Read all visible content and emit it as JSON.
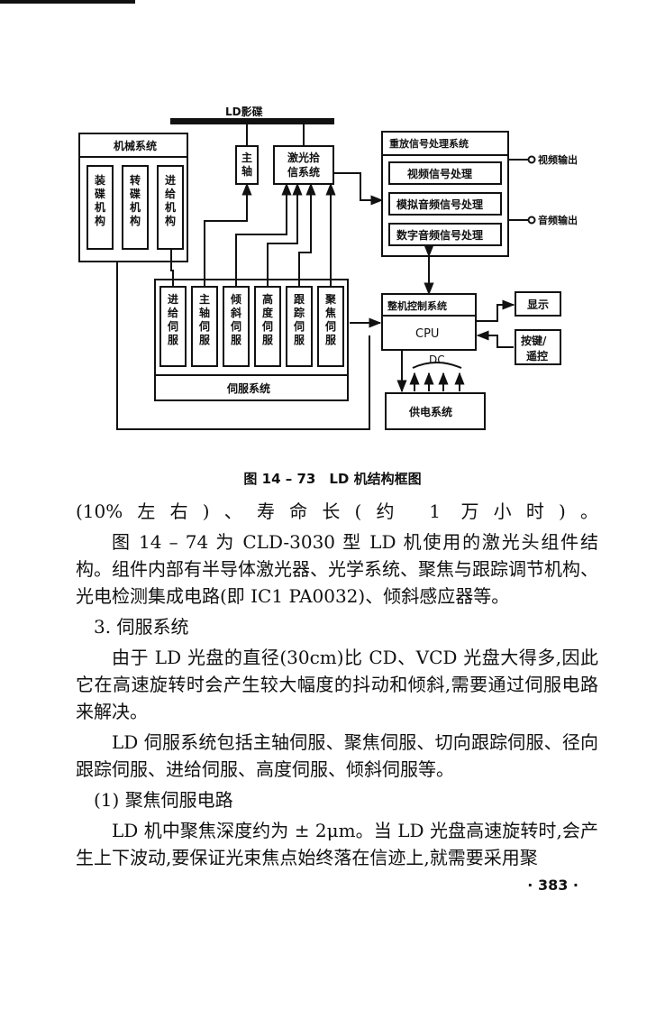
{
  "diagram": {
    "ld_disc": "LD影碟",
    "mechanical_system": "机械系统",
    "loading_mechanism": "装碟机构",
    "rotating_mechanism": "转碟机构",
    "feed_mechanism": "进给机构",
    "spindle": "主轴",
    "laser_pickup": "激光拾信系统",
    "video_audio_processing": "重放信号处理系统",
    "video_signal_processing": "视频信号处理",
    "analog_audio_processing": "模拟音频信号处理",
    "digital_audio_processing": "数字音频信号处理",
    "video_output": "视频输出",
    "audio_output": "音频输出",
    "feed_servo": "进给伺服",
    "spindle_servo": "主轴伺服",
    "tilt_servo": "倾斜伺服",
    "height_servo": "高度伺服",
    "tracking_servo": "跟踪伺服",
    "focus_servo": "聚焦伺服",
    "servo_system": "伺服系统",
    "system_control": "整机控制系统",
    "cpu": "CPU",
    "display": "显示",
    "keys_remote": [
      "按键/",
      "遥控"
    ],
    "dc": "DC",
    "power_supply": "供电系统"
  },
  "caption": "图 14 – 73　LD 机结构框图",
  "paragraphs": [
    "(10%左右)、寿命长(约 1 万小时)。",
    "图 14 – 74 为 CLD-3030 型 LD 机使用的激光头组件结构。组件内部有半导体激光器、光学系统、聚焦与跟踪调节机构、光电检测集成电路(即 IC1 PA0032)、倾斜感应器等。",
    "3. 伺服系统",
    "由于 LD 光盘的直径(30cm)比 CD、VCD 光盘大得多,因此它在高速旋转时会产生较大幅度的抖动和倾斜,需要通过伺服电路来解决。",
    "LD 伺服系统包括主轴伺服、聚焦伺服、切向跟踪伺服、径向跟踪伺服、进给伺服、高度伺服、倾斜伺服等。",
    "(1) 聚焦伺服电路",
    "LD 机中聚焦深度约为 ± 2μm。当 LD 光盘高速旋转时,会产生上下波动,要保证光束焦点始终落在信迹上,就需要采用聚"
  ],
  "page_number": "· 383 ·"
}
